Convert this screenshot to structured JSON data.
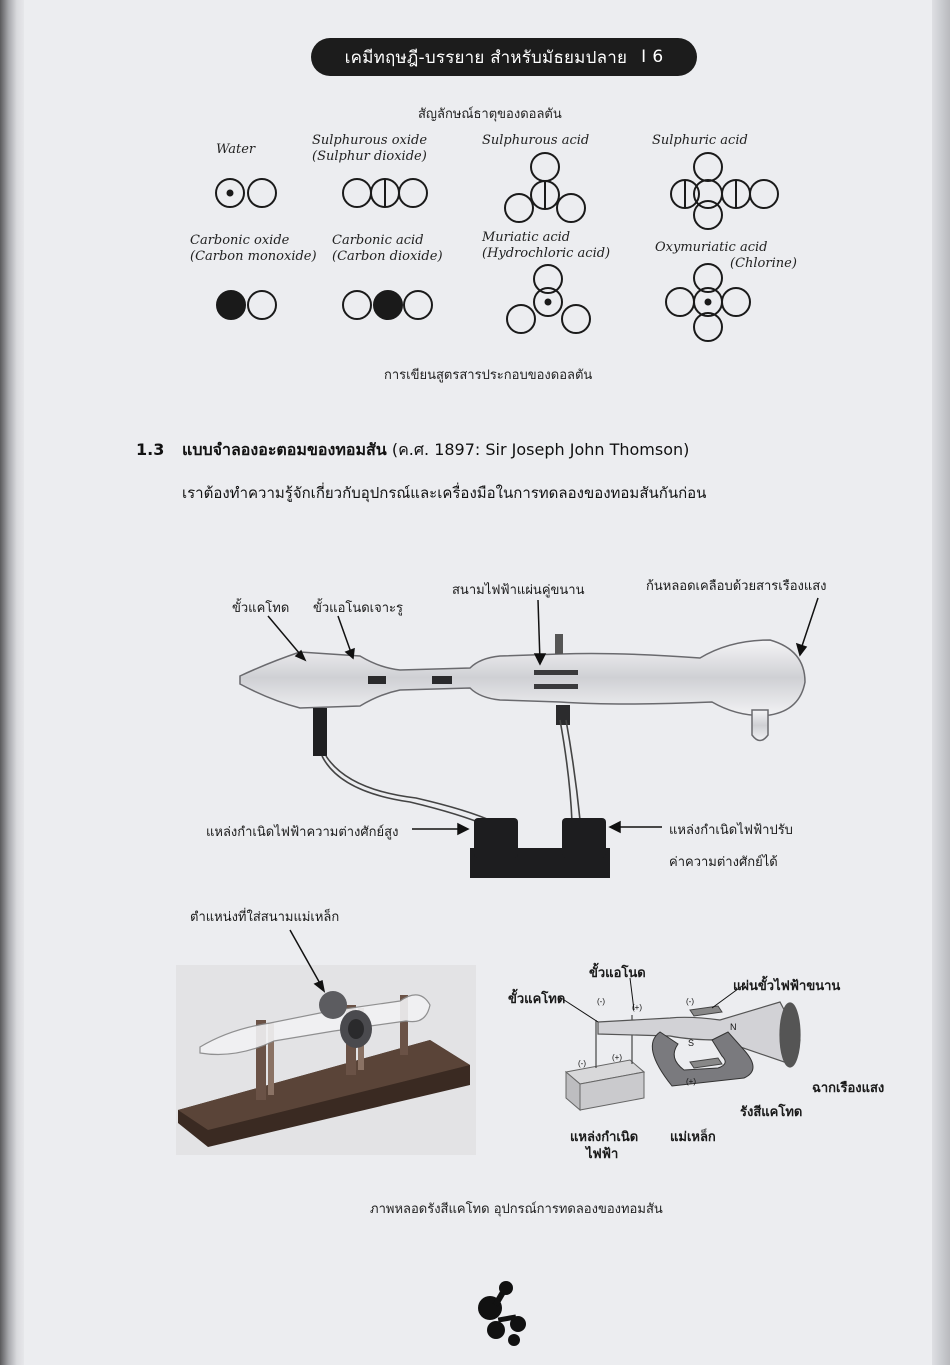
{
  "header": {
    "title": "เคมีทฤษฎี-บรรยาย สำหรับมัธยมปลาย",
    "page_number": "6"
  },
  "dalton": {
    "caption_top": "สัญลักษณ์ธาตุของดอลตัน",
    "caption_bottom": "การเขียนสูตรสารประกอบของดอลตัน",
    "molecules": [
      {
        "label": "Water"
      },
      {
        "label": "Sulphurous oxide",
        "sub": "(Sulphur dioxide)"
      },
      {
        "label": "Sulphurous acid"
      },
      {
        "label": "Sulphuric acid"
      },
      {
        "label": "Carbonic oxide",
        "sub": "(Carbon monoxide)"
      },
      {
        "label": "Carbonic acid",
        "sub": "(Carbon dioxide)"
      },
      {
        "label": "Muriatic acid",
        "sub": "(Hydrochloric acid)"
      },
      {
        "label": "Oxymuriatic acid",
        "sub": "(Chlorine)"
      }
    ]
  },
  "section": {
    "number": "1.3",
    "title": "แบบจำลองอะตอมของทอมสัน",
    "subtitle": "(ค.ศ. 1897: Sir Joseph John Thomson)",
    "body": "เราต้องทำความรู้จักเกี่ยวกับอุปกรณ์และเครื่องมือในการทดลองของทอมสันกันก่อน"
  },
  "tube_labels": {
    "cathode": "ขั้วแคโทด",
    "anode": "ขั้วแอโนดเจาะรู",
    "plates": "สนามไฟฟ้าแผ่นคู่ขนาน",
    "screen": "ก้นหลอดเคลือบด้วยสารเรืองแสง",
    "hv_source": "แหล่งกำเนิดไฟฟ้าความต่างศักย์สูง",
    "adj_source_1": "แหล่งกำเนิดไฟฟ้าปรับ",
    "adj_source_2": "ค่าความต่างศักย์ได้"
  },
  "bottom_labels": {
    "magnet_position": "ตำแหน่งที่ใส่สนามแม่เหล็ก",
    "anode": "ขั้วแอโนด",
    "cathode": "ขั้วแคโทด",
    "parallel_plate": "แผ่นขั้วไฟฟ้าขนาน",
    "screen": "ฉากเรืองแสง",
    "cathode_ray": "รังสีแคโทด",
    "source_1": "แหล่งกำเนิด",
    "source_2": "ไฟฟ้า",
    "magnet": "แม่เหล็ก",
    "minus": "(-)",
    "plus": "(+)",
    "north": "N",
    "south": "S",
    "caption": "ภาพหลอดรังสีแคโทด อุปกรณ์การทดลองของทอมสัน"
  }
}
